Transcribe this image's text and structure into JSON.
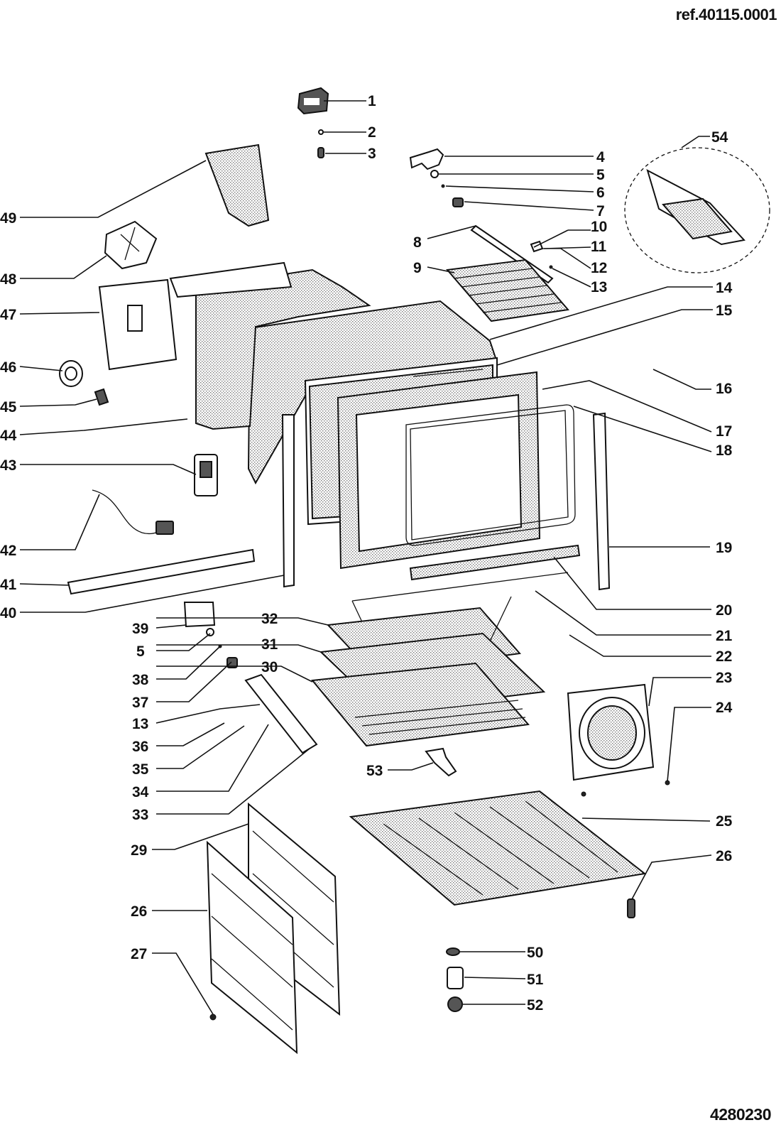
{
  "header": {
    "reference": "ref.40115.0001"
  },
  "footer": {
    "drawing_code": "4280230"
  },
  "diagram": {
    "parts": [
      {
        "id": "p1",
        "label": "1"
      },
      {
        "id": "p2",
        "label": "2"
      },
      {
        "id": "p3",
        "label": "3"
      },
      {
        "id": "p4",
        "label": "4"
      },
      {
        "id": "p5a",
        "label": "5"
      },
      {
        "id": "p6",
        "label": "6"
      },
      {
        "id": "p7",
        "label": "7"
      },
      {
        "id": "p8",
        "label": "8"
      },
      {
        "id": "p9",
        "label": "9"
      },
      {
        "id": "p10",
        "label": "10"
      },
      {
        "id": "p11",
        "label": "11"
      },
      {
        "id": "p12",
        "label": "12"
      },
      {
        "id": "p13a",
        "label": "13"
      },
      {
        "id": "p14",
        "label": "14"
      },
      {
        "id": "p15",
        "label": "15"
      },
      {
        "id": "p16",
        "label": "16"
      },
      {
        "id": "p17",
        "label": "17"
      },
      {
        "id": "p18",
        "label": "18"
      },
      {
        "id": "p19",
        "label": "19"
      },
      {
        "id": "p20",
        "label": "20"
      },
      {
        "id": "p21",
        "label": "21"
      },
      {
        "id": "p22",
        "label": "22"
      },
      {
        "id": "p23",
        "label": "23"
      },
      {
        "id": "p24",
        "label": "24"
      },
      {
        "id": "p25",
        "label": "25"
      },
      {
        "id": "p26a",
        "label": "26"
      },
      {
        "id": "p26b",
        "label": "26"
      },
      {
        "id": "p27",
        "label": "27"
      },
      {
        "id": "p29",
        "label": "29"
      },
      {
        "id": "p30",
        "label": "30"
      },
      {
        "id": "p31",
        "label": "31"
      },
      {
        "id": "p32",
        "label": "32"
      },
      {
        "id": "p33",
        "label": "33"
      },
      {
        "id": "p34",
        "label": "34"
      },
      {
        "id": "p35",
        "label": "35"
      },
      {
        "id": "p36",
        "label": "36"
      },
      {
        "id": "p13b",
        "label": "13"
      },
      {
        "id": "p37",
        "label": "37"
      },
      {
        "id": "p38",
        "label": "38"
      },
      {
        "id": "p5b",
        "label": "5"
      },
      {
        "id": "p39",
        "label": "39"
      },
      {
        "id": "p40",
        "label": "40"
      },
      {
        "id": "p41",
        "label": "41"
      },
      {
        "id": "p42",
        "label": "42"
      },
      {
        "id": "p43",
        "label": "43"
      },
      {
        "id": "p44",
        "label": "44"
      },
      {
        "id": "p45",
        "label": "45"
      },
      {
        "id": "p46",
        "label": "46"
      },
      {
        "id": "p47",
        "label": "47"
      },
      {
        "id": "p48",
        "label": "48"
      },
      {
        "id": "p49",
        "label": "49"
      },
      {
        "id": "p50",
        "label": "50"
      },
      {
        "id": "p51",
        "label": "51"
      },
      {
        "id": "p52",
        "label": "52"
      },
      {
        "id": "p53",
        "label": "53"
      },
      {
        "id": "p54",
        "label": "54"
      }
    ]
  }
}
